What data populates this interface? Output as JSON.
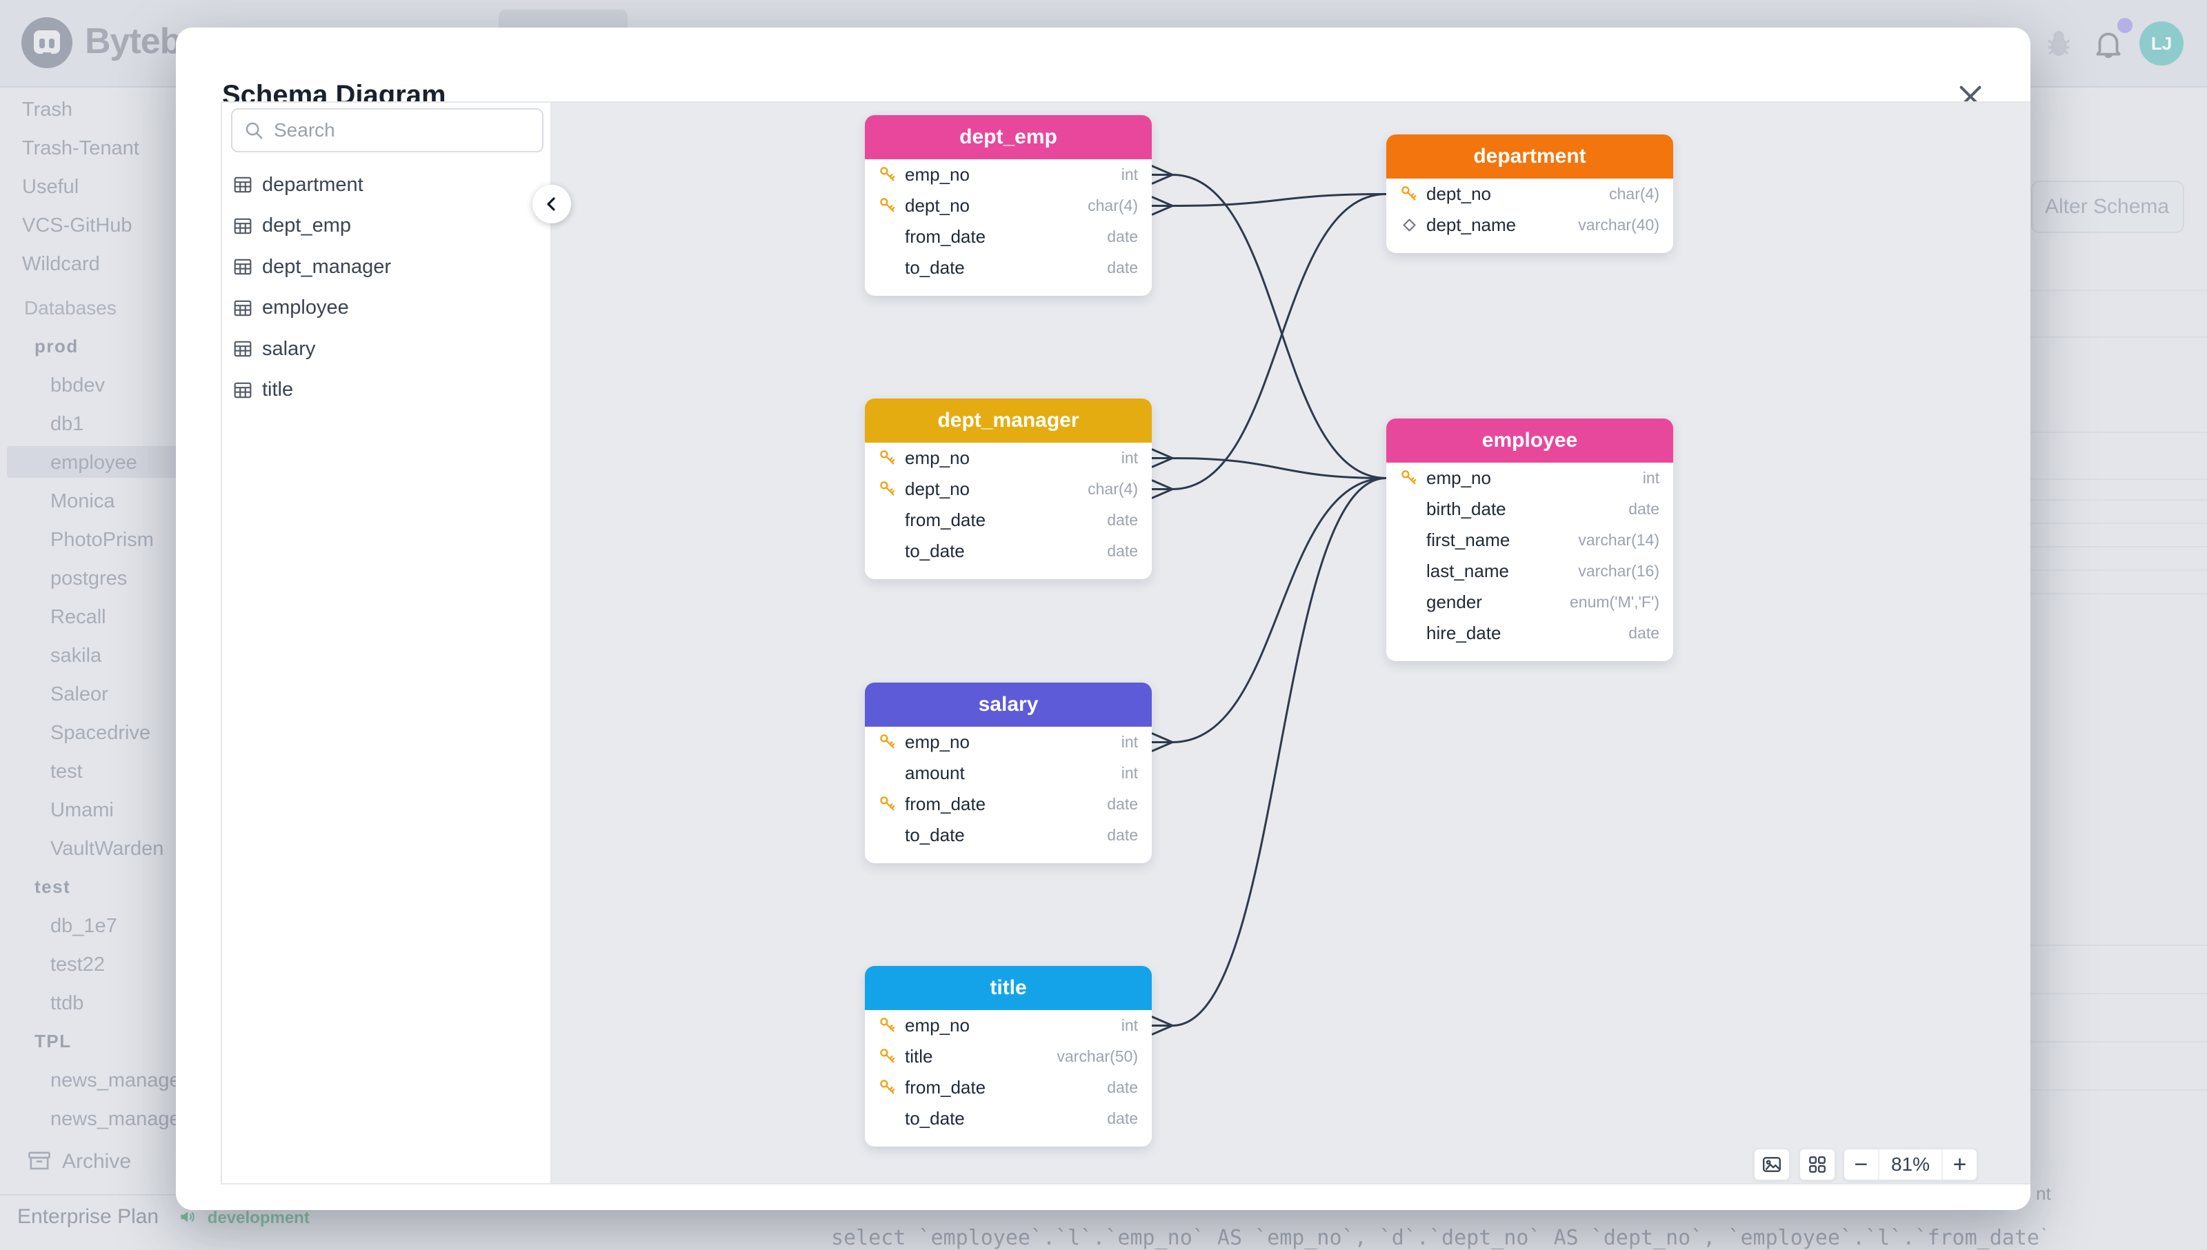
{
  "app": {
    "brand": "Bytebase",
    "avatar_initials": "LJ"
  },
  "background": {
    "sidebar_items": [
      {
        "label": "Trash",
        "kind": "item",
        "indent": 1
      },
      {
        "label": "Trash-Tenant",
        "kind": "item",
        "indent": 1
      },
      {
        "label": "Useful",
        "kind": "item",
        "indent": 1
      },
      {
        "label": "VCS-GitHub",
        "kind": "item",
        "indent": 1
      },
      {
        "label": "Wildcard",
        "kind": "item",
        "indent": 1
      },
      {
        "label": "Databases",
        "kind": "section",
        "indent": 1
      },
      {
        "label": "prod",
        "kind": "group",
        "indent": 2
      },
      {
        "label": "bbdev",
        "kind": "item",
        "indent": 3
      },
      {
        "label": "db1",
        "kind": "item",
        "indent": 3
      },
      {
        "label": "employee",
        "kind": "item",
        "indent": 3,
        "selected": true
      },
      {
        "label": "Monica",
        "kind": "item",
        "indent": 3
      },
      {
        "label": "PhotoPrism",
        "kind": "item",
        "indent": 3
      },
      {
        "label": "postgres",
        "kind": "item",
        "indent": 3
      },
      {
        "label": "Recall",
        "kind": "item",
        "indent": 3
      },
      {
        "label": "sakila",
        "kind": "item",
        "indent": 3
      },
      {
        "label": "Saleor",
        "kind": "item",
        "indent": 3
      },
      {
        "label": "Spacedrive",
        "kind": "item",
        "indent": 3
      },
      {
        "label": "test",
        "kind": "item",
        "indent": 3
      },
      {
        "label": "Umami",
        "kind": "item",
        "indent": 3
      },
      {
        "label": "VaultWarden",
        "kind": "item",
        "indent": 3
      },
      {
        "label": "test",
        "kind": "group",
        "indent": 2
      },
      {
        "label": "db_1e7",
        "kind": "item",
        "indent": 3
      },
      {
        "label": "test22",
        "kind": "item",
        "indent": 3
      },
      {
        "label": "ttdb",
        "kind": "item",
        "indent": 3
      },
      {
        "label": "TPL",
        "kind": "group",
        "indent": 2
      },
      {
        "label": "news_manage",
        "kind": "item",
        "indent": 3
      },
      {
        "label": "news_manage",
        "kind": "item",
        "indent": 3
      }
    ],
    "archive_label": "Archive",
    "plan_label": "Enterprise Plan",
    "env_label": "development",
    "alter_schema_label": "Alter Schema",
    "sql_ghost": "select `employee`.`l`.`emp_no` AS `emp_no`, `d`.`dept_no` AS `dept_no`, `employee`.`l`.`from_date` AS",
    "clipped_ghost": "nt"
  },
  "modal": {
    "title": "Schema Diagram",
    "search_placeholder": "Search",
    "table_list": [
      "department",
      "dept_emp",
      "dept_manager",
      "employee",
      "salary",
      "title"
    ],
    "zoom_level": "81%",
    "zoom_out": "−",
    "zoom_in": "+"
  },
  "diagram": {
    "tables": [
      {
        "name": "dept_emp",
        "color": "#E8489B",
        "columns": [
          {
            "icon": "key",
            "name": "emp_no",
            "type": "int"
          },
          {
            "icon": "key",
            "name": "dept_no",
            "type": "char(4)"
          },
          {
            "icon": "",
            "name": "from_date",
            "type": "date"
          },
          {
            "icon": "",
            "name": "to_date",
            "type": "date"
          }
        ]
      },
      {
        "name": "department",
        "color": "#F2750D",
        "columns": [
          {
            "icon": "key",
            "name": "dept_no",
            "type": "char(4)"
          },
          {
            "icon": "diamond",
            "name": "dept_name",
            "type": "varchar(40)"
          }
        ]
      },
      {
        "name": "dept_manager",
        "color": "#E5AC11",
        "columns": [
          {
            "icon": "key",
            "name": "emp_no",
            "type": "int"
          },
          {
            "icon": "key",
            "name": "dept_no",
            "type": "char(4)"
          },
          {
            "icon": "",
            "name": "from_date",
            "type": "date"
          },
          {
            "icon": "",
            "name": "to_date",
            "type": "date"
          }
        ]
      },
      {
        "name": "employee",
        "color": "#E8489B",
        "columns": [
          {
            "icon": "key",
            "name": "emp_no",
            "type": "int"
          },
          {
            "icon": "",
            "name": "birth_date",
            "type": "date"
          },
          {
            "icon": "",
            "name": "first_name",
            "type": "varchar(14)"
          },
          {
            "icon": "",
            "name": "last_name",
            "type": "varchar(16)"
          },
          {
            "icon": "",
            "name": "gender",
            "type": "enum('M','F')"
          },
          {
            "icon": "",
            "name": "hire_date",
            "type": "date"
          }
        ]
      },
      {
        "name": "salary",
        "color": "#5D5BD8",
        "columns": [
          {
            "icon": "key",
            "name": "emp_no",
            "type": "int"
          },
          {
            "icon": "",
            "name": "amount",
            "type": "int"
          },
          {
            "icon": "key",
            "name": "from_date",
            "type": "date"
          },
          {
            "icon": "",
            "name": "to_date",
            "type": "date"
          }
        ]
      },
      {
        "name": "title",
        "color": "#14A3E8",
        "columns": [
          {
            "icon": "key",
            "name": "emp_no",
            "type": "int"
          },
          {
            "icon": "key",
            "name": "title",
            "type": "varchar(50)"
          },
          {
            "icon": "key",
            "name": "from_date",
            "type": "date"
          },
          {
            "icon": "",
            "name": "to_date",
            "type": "date"
          }
        ]
      }
    ],
    "relationships": [
      {
        "from": "dept_emp.dept_no",
        "to": "department.dept_no"
      },
      {
        "from": "dept_emp.emp_no",
        "to": "employee.emp_no"
      },
      {
        "from": "dept_manager.dept_no",
        "to": "department.dept_no"
      },
      {
        "from": "dept_manager.emp_no",
        "to": "employee.emp_no"
      },
      {
        "from": "salary.emp_no",
        "to": "employee.emp_no"
      },
      {
        "from": "title.emp_no",
        "to": "employee.emp_no"
      }
    ],
    "line_color": "#2E3A4D",
    "key_color": "#F59E0B"
  }
}
